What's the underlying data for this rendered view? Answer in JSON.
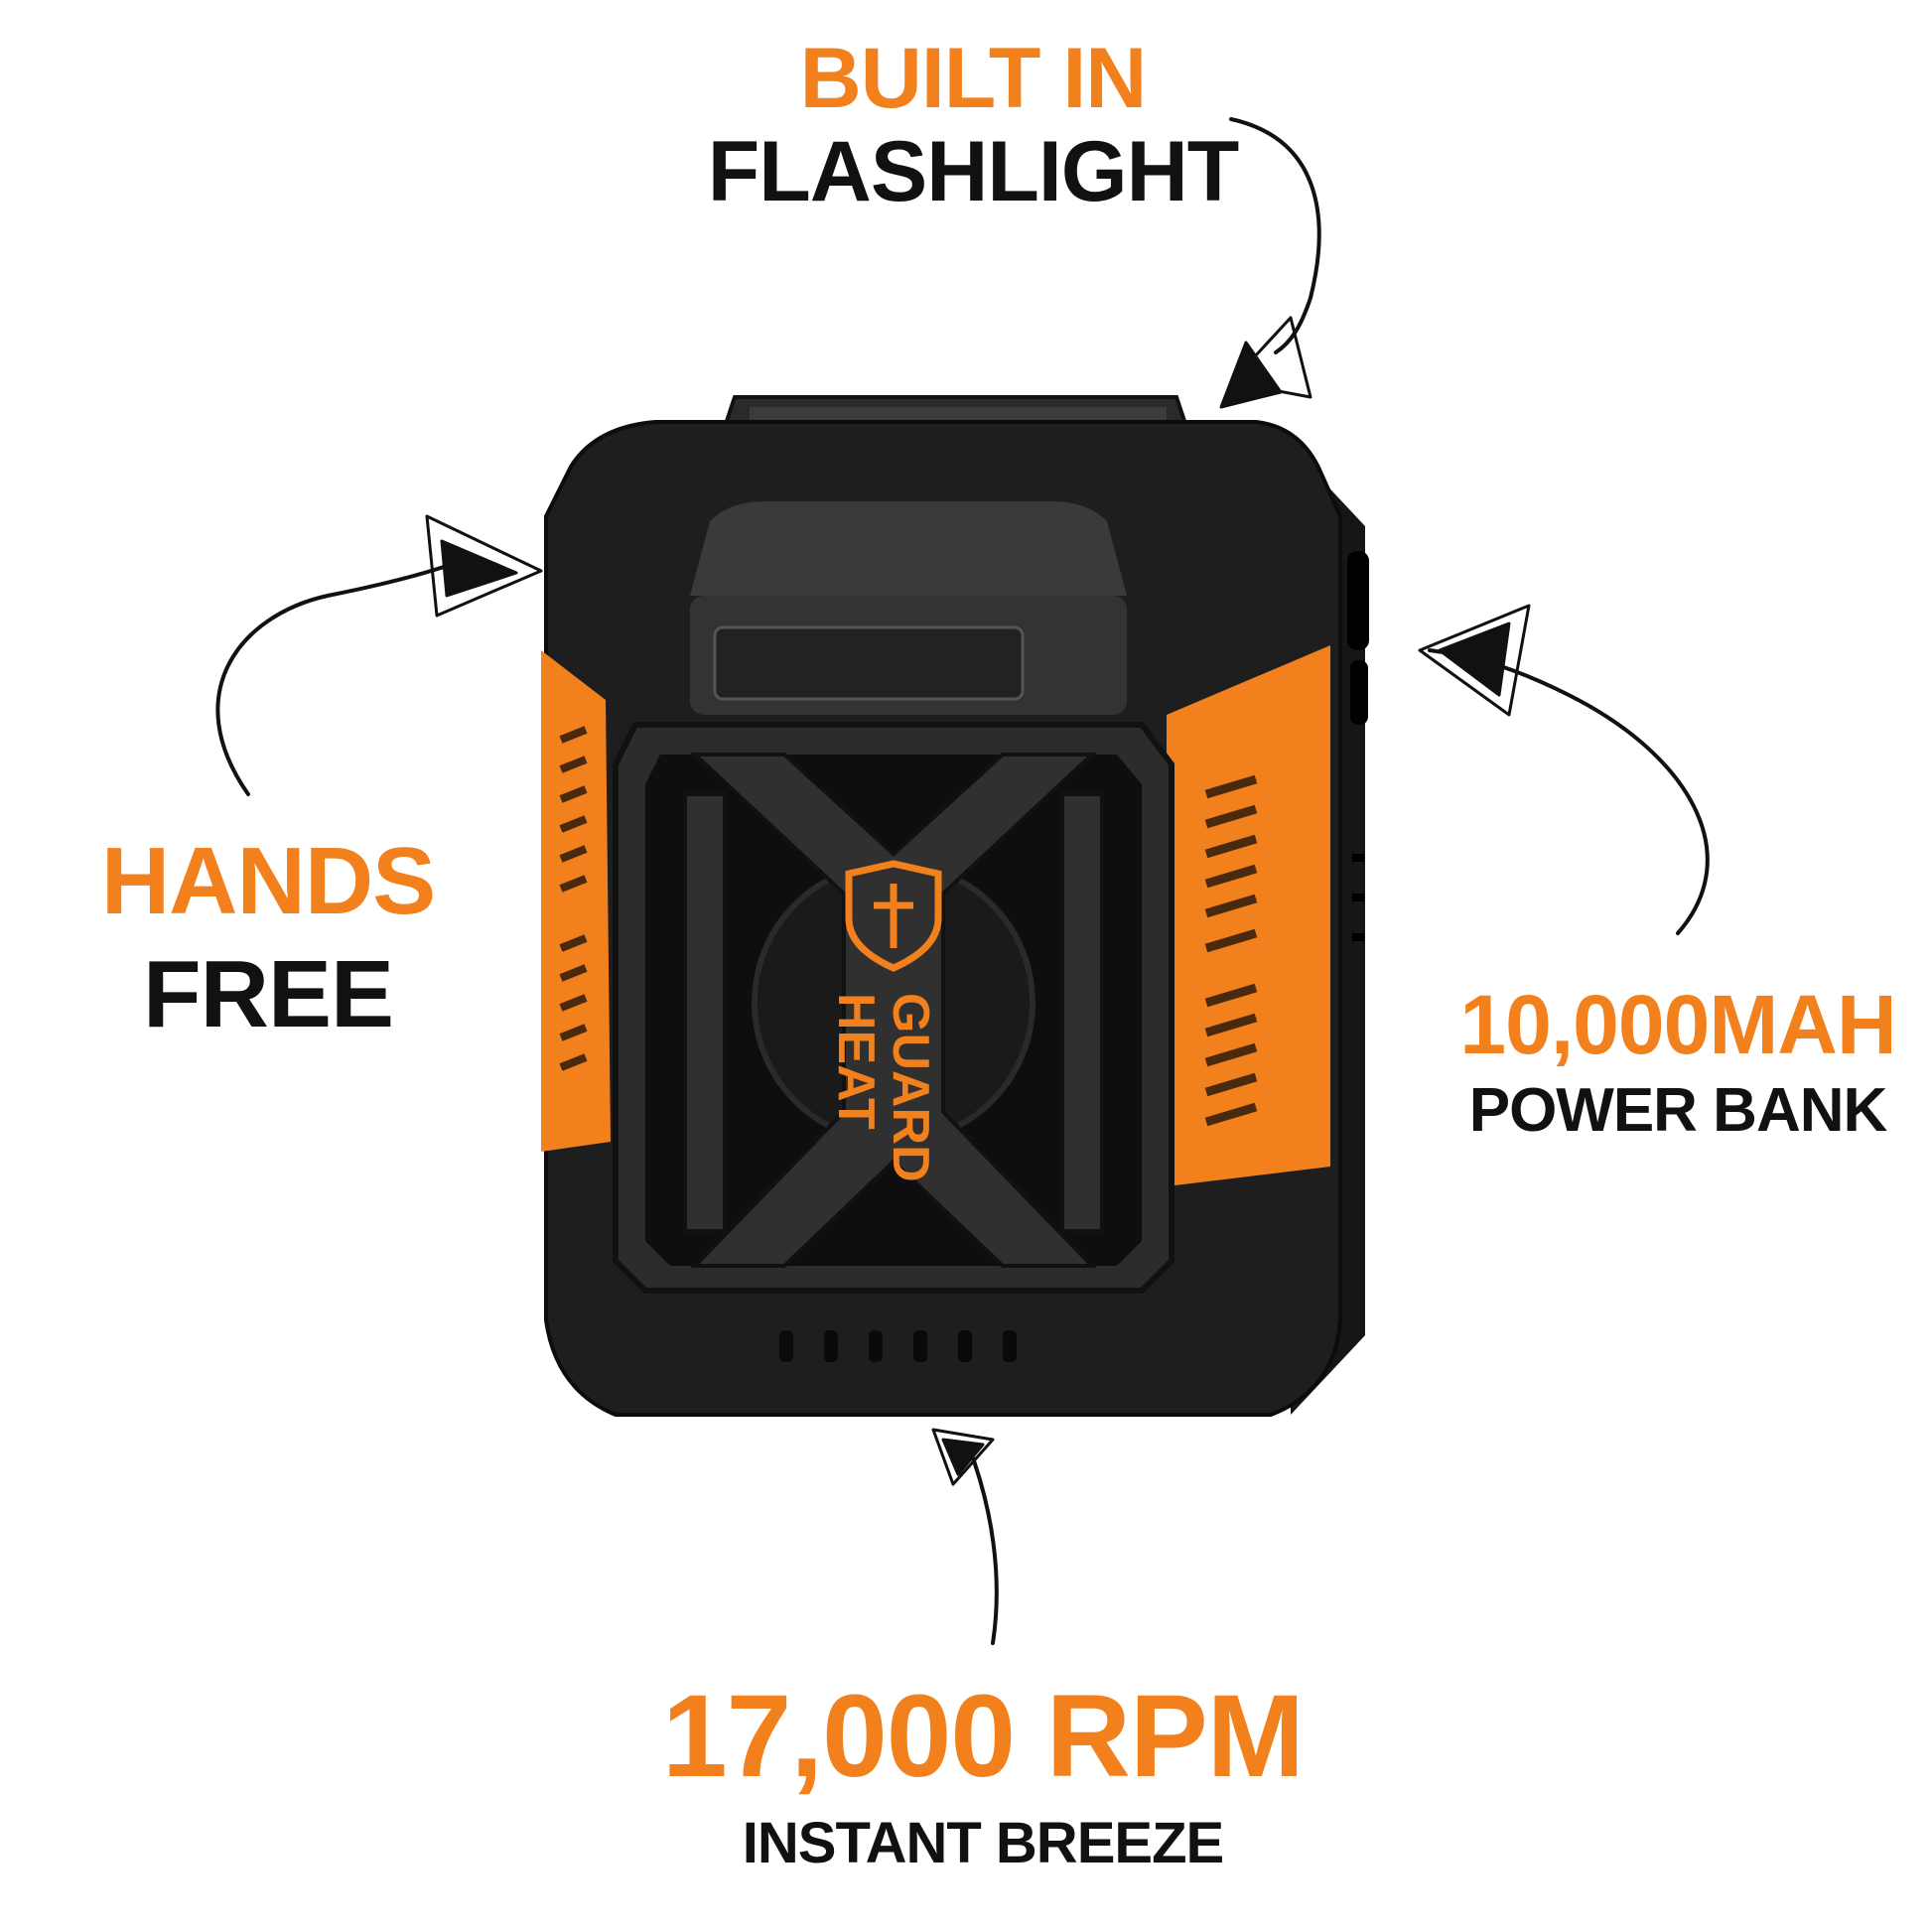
{
  "colors": {
    "accent": "#f2811d",
    "text_dark": "#111111",
    "device_body": "#1e1e1e"
  },
  "features": {
    "flashlight": {
      "highlight": "BUILT IN",
      "text": "FLASHLIGHT"
    },
    "hands_free": {
      "highlight": "HANDS",
      "text": "FREE"
    },
    "power_bank": {
      "highlight": "10,000MAH",
      "text": "POWER BANK"
    },
    "rpm": {
      "highlight": "17,000 RPM",
      "text": "INSTANT BREEZE"
    }
  },
  "product": {
    "logo_line1": "HEAT",
    "logo_line2": "GUARD"
  },
  "icons": [
    "shield-cross-icon",
    "hand-drawn-arrow-icon"
  ]
}
